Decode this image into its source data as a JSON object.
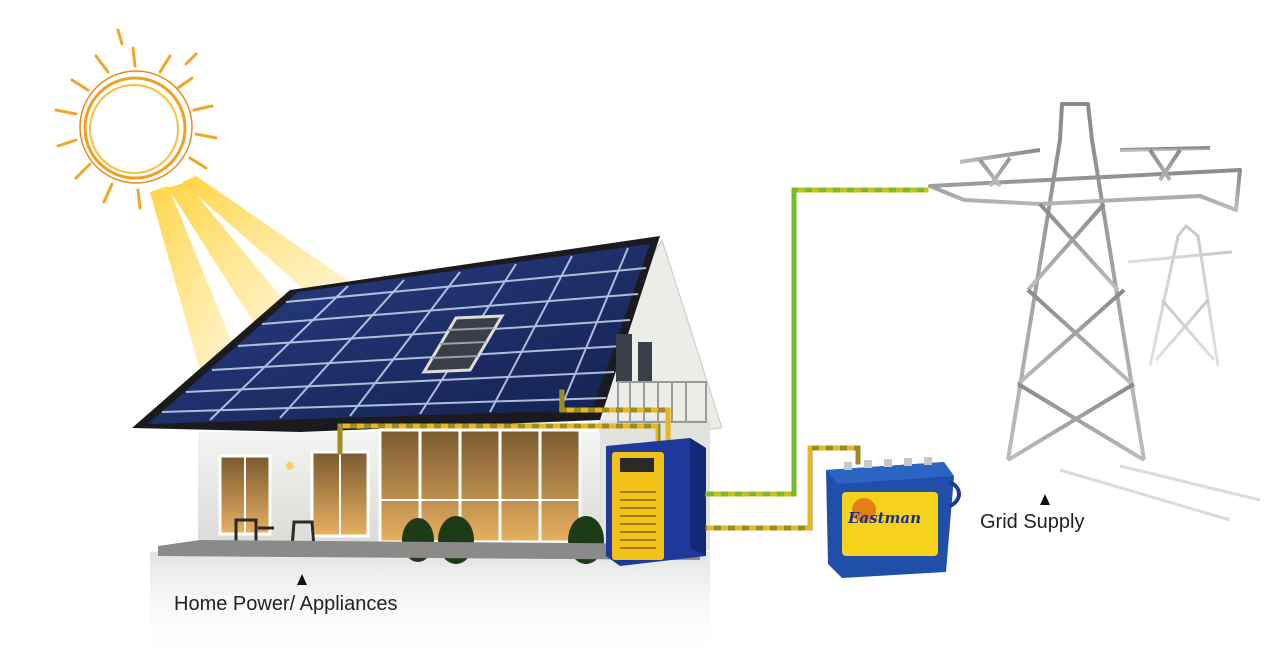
{
  "labels": {
    "home": "Home Power/ Appliances",
    "grid": "Grid Supply",
    "battery_brand": "Eastman"
  },
  "icons": {
    "sun": "sun-icon",
    "house": "house-with-solar-roof",
    "inverter": "inverter-unit",
    "battery": "battery-icon",
    "tower": "transmission-tower-icon"
  },
  "colors": {
    "sun": "#f0a020",
    "panel": "#1c2d66",
    "inverter": "#1d3a9a",
    "inverter_face": "#f2c21a",
    "battery": "#1f4fa8",
    "battery_label": "#f6d21c",
    "wire_dc": "#e0b022",
    "wire_grid": "#6fb82a",
    "tower": "#9a9a9a"
  }
}
